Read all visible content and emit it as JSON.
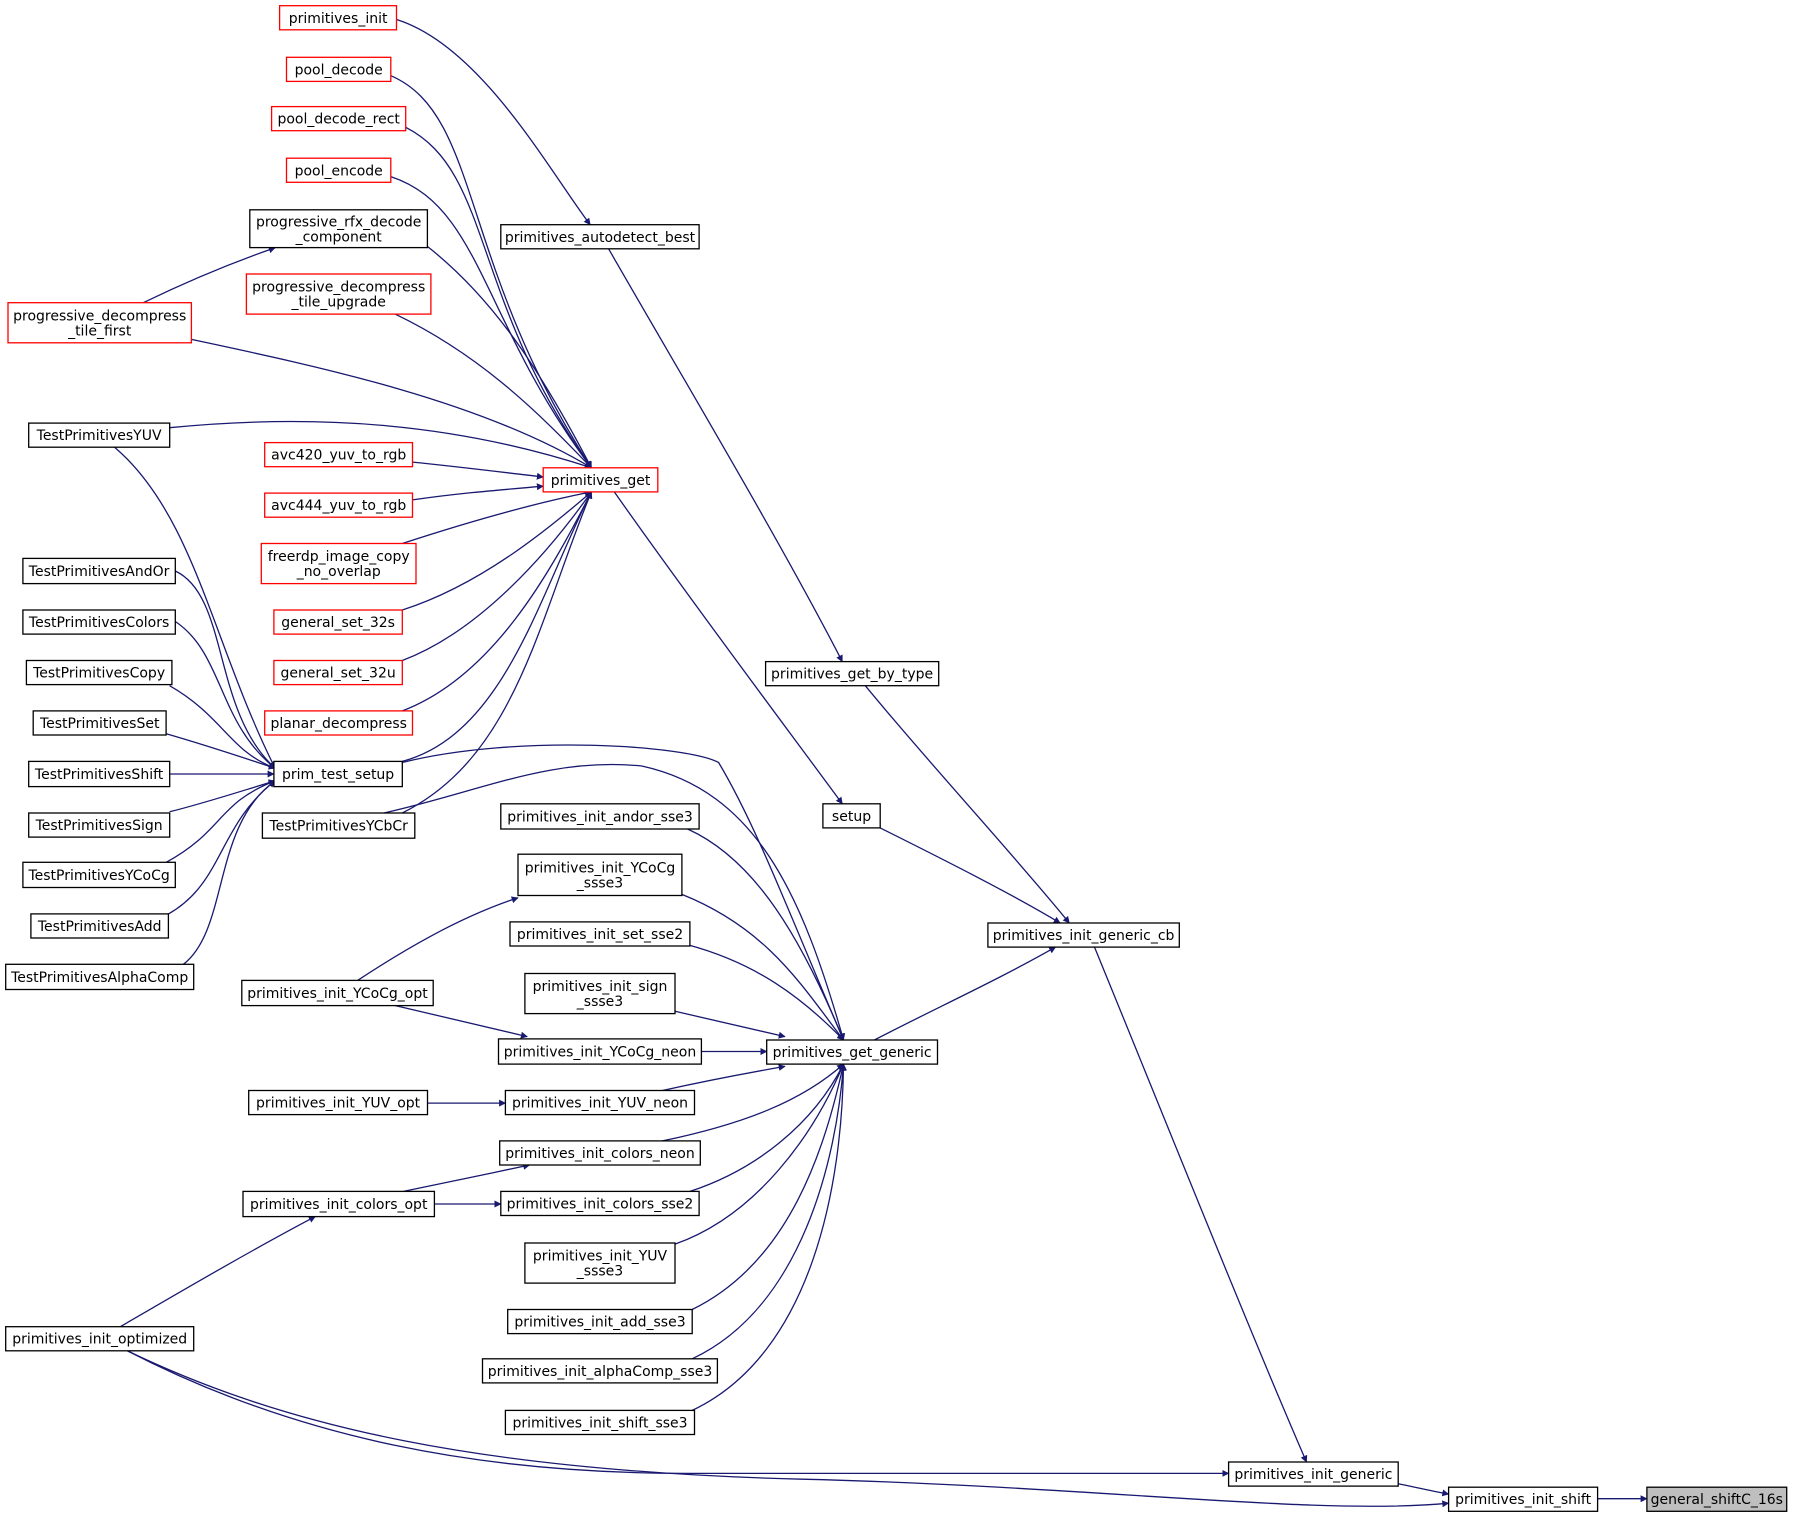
{
  "colors": {
    "edge": "#191970",
    "clickable_border": "#000000",
    "truncated_border": "#ff0000",
    "current_fill": "#bfbfbf"
  },
  "nodes": [
    {
      "id": "general_shiftC_16s",
      "label": [
        "general_shiftC_16s"
      ],
      "style": "current"
    },
    {
      "id": "primitives_init_shift",
      "label": [
        "primitives_init_shift"
      ],
      "style": "black"
    },
    {
      "id": "primitives_init_generic",
      "label": [
        "primitives_init_generic"
      ],
      "style": "black"
    },
    {
      "id": "primitives_init_optimized",
      "label": [
        "primitives_init_optimized"
      ],
      "style": "black"
    },
    {
      "id": "primitives_init_generic_cb",
      "label": [
        "primitives_init_generic_cb"
      ],
      "style": "black"
    },
    {
      "id": "primitives_get_generic",
      "label": [
        "primitives_get_generic"
      ],
      "style": "black"
    },
    {
      "id": "primitives_get_by_type",
      "label": [
        "primitives_get_by_type"
      ],
      "style": "black"
    },
    {
      "id": "setup",
      "label": [
        "setup"
      ],
      "style": "black"
    },
    {
      "id": "primitives_autodetect_best",
      "label": [
        "primitives_autodetect_best"
      ],
      "style": "black"
    },
    {
      "id": "primitives_init",
      "label": [
        "primitives_init"
      ],
      "style": "red"
    },
    {
      "id": "primitives_get",
      "label": [
        "primitives_get"
      ],
      "style": "red"
    },
    {
      "id": "pool_decode",
      "label": [
        "pool_decode"
      ],
      "style": "red"
    },
    {
      "id": "pool_decode_rect",
      "label": [
        "pool_decode_rect"
      ],
      "style": "red"
    },
    {
      "id": "pool_encode",
      "label": [
        "pool_encode"
      ],
      "style": "red"
    },
    {
      "id": "progressive_rfx_decode_component",
      "label": [
        "progressive_rfx_decode",
        "_component"
      ],
      "style": "black"
    },
    {
      "id": "progressive_decompress_tile_upgrade",
      "label": [
        "progressive_decompress",
        "_tile_upgrade"
      ],
      "style": "red"
    },
    {
      "id": "progressive_decompress_tile_first",
      "label": [
        "progressive_decompress",
        "_tile_first"
      ],
      "style": "red"
    },
    {
      "id": "TestPrimitivesYUV",
      "label": [
        "TestPrimitivesYUV"
      ],
      "style": "black"
    },
    {
      "id": "avc420_yuv_to_rgb",
      "label": [
        "avc420_yuv_to_rgb"
      ],
      "style": "red"
    },
    {
      "id": "avc444_yuv_to_rgb",
      "label": [
        "avc444_yuv_to_rgb"
      ],
      "style": "red"
    },
    {
      "id": "freerdp_image_copy_no_overlap",
      "label": [
        "freerdp_image_copy",
        "_no_overlap"
      ],
      "style": "red"
    },
    {
      "id": "general_set_32s",
      "label": [
        "general_set_32s"
      ],
      "style": "red"
    },
    {
      "id": "general_set_32u",
      "label": [
        "general_set_32u"
      ],
      "style": "red"
    },
    {
      "id": "planar_decompress",
      "label": [
        "planar_decompress"
      ],
      "style": "red"
    },
    {
      "id": "prim_test_setup",
      "label": [
        "prim_test_setup"
      ],
      "style": "black"
    },
    {
      "id": "TestPrimitivesYCbCr",
      "label": [
        "TestPrimitivesYCbCr"
      ],
      "style": "black"
    },
    {
      "id": "TestPrimitivesAndOr",
      "label": [
        "TestPrimitivesAndOr"
      ],
      "style": "black"
    },
    {
      "id": "TestPrimitivesColors",
      "label": [
        "TestPrimitivesColors"
      ],
      "style": "black"
    },
    {
      "id": "TestPrimitivesCopy",
      "label": [
        "TestPrimitivesCopy"
      ],
      "style": "black"
    },
    {
      "id": "TestPrimitivesSet",
      "label": [
        "TestPrimitivesSet"
      ],
      "style": "black"
    },
    {
      "id": "TestPrimitivesShift",
      "label": [
        "TestPrimitivesShift"
      ],
      "style": "black"
    },
    {
      "id": "TestPrimitivesSign",
      "label": [
        "TestPrimitivesSign"
      ],
      "style": "black"
    },
    {
      "id": "TestPrimitivesYCoCg",
      "label": [
        "TestPrimitivesYCoCg"
      ],
      "style": "black"
    },
    {
      "id": "TestPrimitivesAdd",
      "label": [
        "TestPrimitivesAdd"
      ],
      "style": "black"
    },
    {
      "id": "TestPrimitivesAlphaComp",
      "label": [
        "TestPrimitivesAlphaComp"
      ],
      "style": "black"
    },
    {
      "id": "primitives_init_andor_sse3",
      "label": [
        "primitives_init_andor_sse3"
      ],
      "style": "black"
    },
    {
      "id": "primitives_init_YCoCg_ssse3",
      "label": [
        "primitives_init_YCoCg",
        "_ssse3"
      ],
      "style": "black"
    },
    {
      "id": "primitives_init_set_sse2",
      "label": [
        "primitives_init_set_sse2"
      ],
      "style": "black"
    },
    {
      "id": "primitives_init_sign_ssse3",
      "label": [
        "primitives_init_sign",
        "_ssse3"
      ],
      "style": "black"
    },
    {
      "id": "primitives_init_YCoCg_neon",
      "label": [
        "primitives_init_YCoCg_neon"
      ],
      "style": "black"
    },
    {
      "id": "primitives_init_YUV_neon",
      "label": [
        "primitives_init_YUV_neon"
      ],
      "style": "black"
    },
    {
      "id": "primitives_init_colors_neon",
      "label": [
        "primitives_init_colors_neon"
      ],
      "style": "black"
    },
    {
      "id": "primitives_init_colors_sse2",
      "label": [
        "primitives_init_colors_sse2"
      ],
      "style": "black"
    },
    {
      "id": "primitives_init_YUV_ssse3",
      "label": [
        "primitives_init_YUV",
        "_ssse3"
      ],
      "style": "black"
    },
    {
      "id": "primitives_init_add_sse3",
      "label": [
        "primitives_init_add_sse3"
      ],
      "style": "black"
    },
    {
      "id": "primitives_init_alphaComp_sse3",
      "label": [
        "primitives_init_alphaComp_sse3"
      ],
      "style": "black"
    },
    {
      "id": "primitives_init_shift_sse3",
      "label": [
        "primitives_init_shift_sse3"
      ],
      "style": "black"
    },
    {
      "id": "primitives_init_YCoCg_opt",
      "label": [
        "primitives_init_YCoCg_opt"
      ],
      "style": "black"
    },
    {
      "id": "primitives_init_YUV_opt",
      "label": [
        "primitives_init_YUV_opt"
      ],
      "style": "black"
    },
    {
      "id": "primitives_init_colors_opt",
      "label": [
        "primitives_init_colors_opt"
      ],
      "style": "black"
    }
  ],
  "edges": [
    {
      "from": "primitives_init_shift",
      "to": "general_shiftC_16s"
    },
    {
      "from": "primitives_init_generic",
      "to": "primitives_init_shift"
    },
    {
      "from": "primitives_init_optimized",
      "to": "primitives_init_shift"
    },
    {
      "from": "primitives_init_generic_cb",
      "to": "primitives_init_generic"
    },
    {
      "from": "primitives_init_optimized",
      "to": "primitives_init_generic"
    },
    {
      "from": "primitives_get_generic",
      "to": "primitives_init_generic_cb"
    },
    {
      "from": "primitives_get_by_type",
      "to": "primitives_init_generic_cb"
    },
    {
      "from": "setup",
      "to": "primitives_init_generic_cb"
    },
    {
      "from": "primitives_autodetect_best",
      "to": "primitives_get_by_type"
    },
    {
      "from": "primitives_init",
      "to": "primitives_autodetect_best"
    },
    {
      "from": "primitives_get",
      "to": "setup"
    },
    {
      "from": "pool_decode",
      "to": "primitives_get"
    },
    {
      "from": "pool_decode_rect",
      "to": "primitives_get"
    },
    {
      "from": "pool_encode",
      "to": "primitives_get"
    },
    {
      "from": "progressive_rfx_decode_component",
      "to": "primitives_get"
    },
    {
      "from": "progressive_decompress_tile_first",
      "to": "progressive_rfx_decode_component"
    },
    {
      "from": "progressive_decompress_tile_upgrade",
      "to": "primitives_get"
    },
    {
      "from": "progressive_decompress_tile_first",
      "to": "primitives_get"
    },
    {
      "from": "TestPrimitivesYUV",
      "to": "primitives_get"
    },
    {
      "from": "avc420_yuv_to_rgb",
      "to": "primitives_get"
    },
    {
      "from": "avc444_yuv_to_rgb",
      "to": "primitives_get"
    },
    {
      "from": "freerdp_image_copy_no_overlap",
      "to": "primitives_get"
    },
    {
      "from": "general_set_32s",
      "to": "primitives_get"
    },
    {
      "from": "general_set_32u",
      "to": "primitives_get"
    },
    {
      "from": "planar_decompress",
      "to": "primitives_get"
    },
    {
      "from": "prim_test_setup",
      "to": "primitives_get"
    },
    {
      "from": "TestPrimitivesYCbCr",
      "to": "primitives_get"
    },
    {
      "from": "TestPrimitivesYUV",
      "to": "prim_test_setup"
    },
    {
      "from": "TestPrimitivesAndOr",
      "to": "prim_test_setup"
    },
    {
      "from": "TestPrimitivesColors",
      "to": "prim_test_setup"
    },
    {
      "from": "TestPrimitivesCopy",
      "to": "prim_test_setup"
    },
    {
      "from": "TestPrimitivesSet",
      "to": "prim_test_setup"
    },
    {
      "from": "TestPrimitivesShift",
      "to": "prim_test_setup"
    },
    {
      "from": "TestPrimitivesSign",
      "to": "prim_test_setup"
    },
    {
      "from": "TestPrimitivesYCoCg",
      "to": "prim_test_setup"
    },
    {
      "from": "TestPrimitivesAdd",
      "to": "prim_test_setup"
    },
    {
      "from": "TestPrimitivesAlphaComp",
      "to": "prim_test_setup"
    },
    {
      "from": "prim_test_setup",
      "to": "primitives_get_generic"
    },
    {
      "from": "TestPrimitivesYCbCr",
      "to": "primitives_get_generic"
    },
    {
      "from": "primitives_init_andor_sse3",
      "to": "primitives_get_generic"
    },
    {
      "from": "primitives_init_YCoCg_ssse3",
      "to": "primitives_get_generic"
    },
    {
      "from": "primitives_init_set_sse2",
      "to": "primitives_get_generic"
    },
    {
      "from": "primitives_init_sign_ssse3",
      "to": "primitives_get_generic"
    },
    {
      "from": "primitives_init_YCoCg_neon",
      "to": "primitives_get_generic"
    },
    {
      "from": "primitives_init_YUV_neon",
      "to": "primitives_get_generic"
    },
    {
      "from": "primitives_init_colors_neon",
      "to": "primitives_get_generic"
    },
    {
      "from": "primitives_init_colors_sse2",
      "to": "primitives_get_generic"
    },
    {
      "from": "primitives_init_YUV_ssse3",
      "to": "primitives_get_generic"
    },
    {
      "from": "primitives_init_add_sse3",
      "to": "primitives_get_generic"
    },
    {
      "from": "primitives_init_alphaComp_sse3",
      "to": "primitives_get_generic"
    },
    {
      "from": "primitives_init_shift_sse3",
      "to": "primitives_get_generic"
    },
    {
      "from": "primitives_init_YCoCg_opt",
      "to": "primitives_init_YCoCg_ssse3"
    },
    {
      "from": "primitives_init_YCoCg_opt",
      "to": "primitives_init_YCoCg_neon"
    },
    {
      "from": "primitives_init_YUV_opt",
      "to": "primitives_init_YUV_neon"
    },
    {
      "from": "primitives_init_colors_opt",
      "to": "primitives_init_colors_neon"
    },
    {
      "from": "primitives_init_colors_opt",
      "to": "primitives_init_colors_sse2"
    },
    {
      "from": "primitives_init_optimized",
      "to": "primitives_init_colors_opt"
    }
  ]
}
